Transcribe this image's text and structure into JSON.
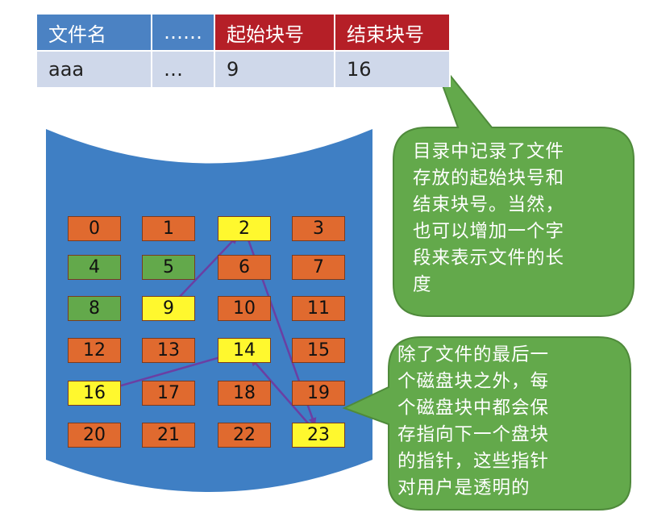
{
  "table": {
    "headers": [
      "文件名",
      "……",
      "起始块号",
      "结束块号"
    ],
    "header_colors": [
      "#4b82c3",
      "#4b82c3",
      "#b51f27",
      "#b51f27"
    ],
    "row": [
      "aaa",
      "…",
      "9",
      "16"
    ]
  },
  "disk": {
    "color": "#3f7fc4",
    "blocks": [
      {
        "label": "0",
        "color": "#e06a2f"
      },
      {
        "label": "1",
        "color": "#e06a2f"
      },
      {
        "label": "2",
        "color": "#fff82e"
      },
      {
        "label": "3",
        "color": "#e06a2f"
      },
      {
        "label": "4",
        "color": "#63a94b"
      },
      {
        "label": "5",
        "color": "#63a94b"
      },
      {
        "label": "6",
        "color": "#e06a2f"
      },
      {
        "label": "7",
        "color": "#e06a2f"
      },
      {
        "label": "8",
        "color": "#63a94b"
      },
      {
        "label": "9",
        "color": "#fff82e"
      },
      {
        "label": "10",
        "color": "#e06a2f"
      },
      {
        "label": "11",
        "color": "#e06a2f"
      },
      {
        "label": "12",
        "color": "#e06a2f"
      },
      {
        "label": "13",
        "color": "#e06a2f"
      },
      {
        "label": "14",
        "color": "#fff82e"
      },
      {
        "label": "15",
        "color": "#e06a2f"
      },
      {
        "label": "16",
        "color": "#fff82e"
      },
      {
        "label": "17",
        "color": "#e06a2f"
      },
      {
        "label": "18",
        "color": "#e06a2f"
      },
      {
        "label": "19",
        "color": "#e06a2f"
      },
      {
        "label": "20",
        "color": "#e06a2f"
      },
      {
        "label": "21",
        "color": "#e06a2f"
      },
      {
        "label": "22",
        "color": "#e06a2f"
      },
      {
        "label": "23",
        "color": "#fff82e"
      }
    ],
    "chain": [
      "9",
      "2",
      "23",
      "14",
      "16"
    ],
    "arrow_color": "#6b3fa3"
  },
  "callouts": {
    "color": "#63a94b",
    "directory_note": "目录中记录了文件\n存放的起始块号和\n结束块号。当然，\n也可以增加一个字\n段来表示文件的长\n度",
    "pointer_note": "除了文件的最后一\n个磁盘块之外，每\n个磁盘块中都会保\n存指向下一个盘块\n的指针，这些指针\n对用户是透明的"
  }
}
